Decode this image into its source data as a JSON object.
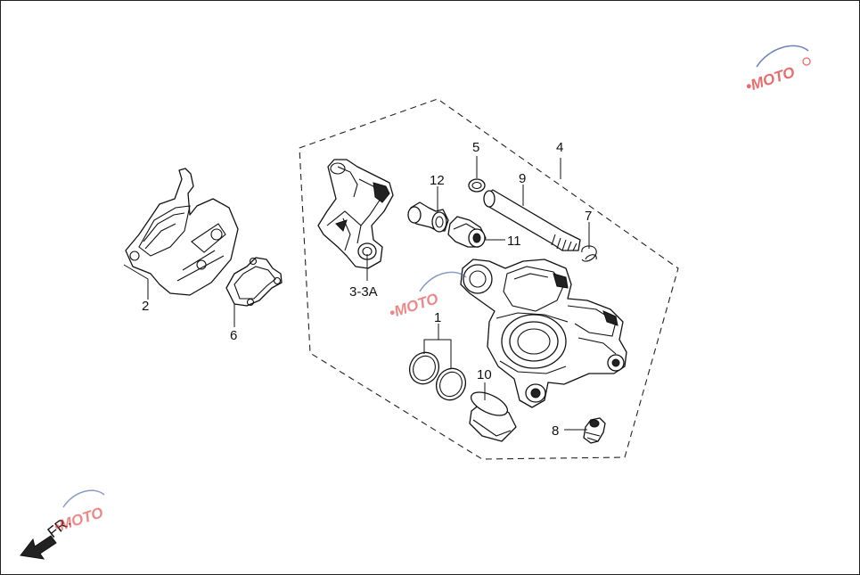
{
  "callouts": {
    "c1": "1",
    "c2": "2",
    "c3": "3-3A",
    "c4": "4",
    "c5": "5",
    "c6": "6",
    "c7": "7",
    "c8": "8",
    "c9": "9",
    "c10": "10",
    "c11": "11",
    "c12": "12"
  },
  "direction": {
    "label": "FR.",
    "icon": "arrow-down-left-icon"
  },
  "watermark": {
    "text": "MOTO",
    "accent": "#e23a3a",
    "secondary": "#3a5aa8"
  },
  "colors": {
    "line": "#111111",
    "background": "#ffffff"
  }
}
